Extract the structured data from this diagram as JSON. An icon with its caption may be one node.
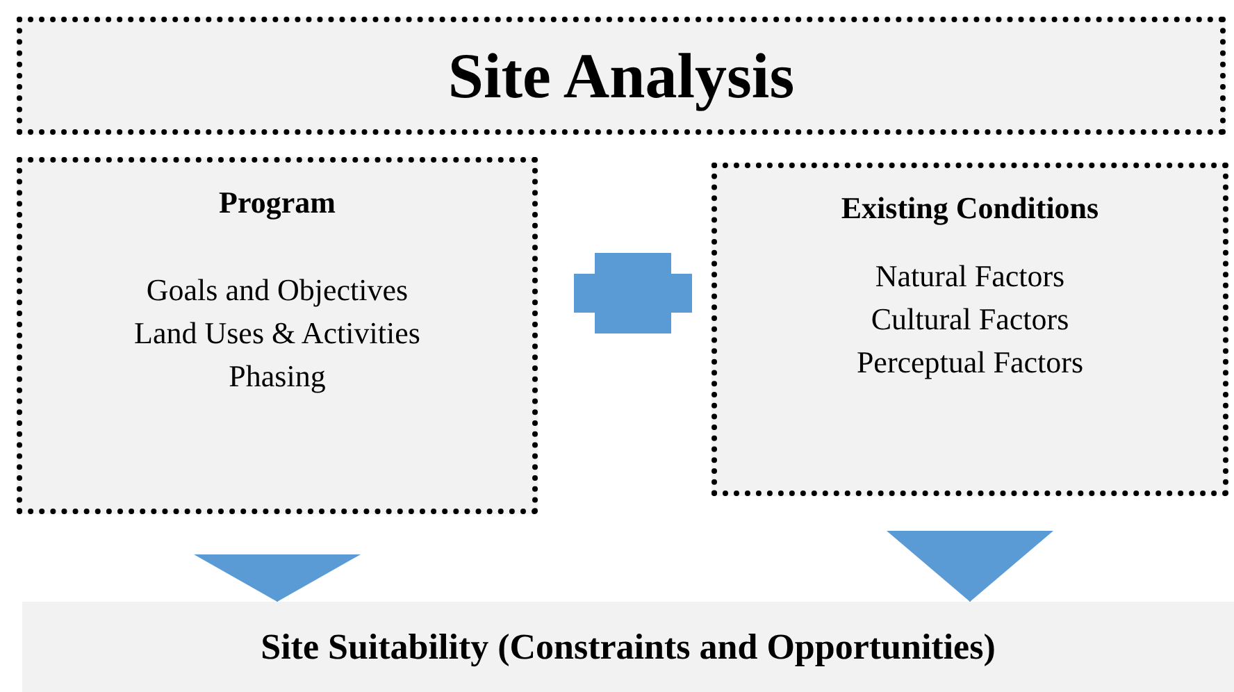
{
  "diagram": {
    "nodes": [
      {
        "text": [
          "Site Analysis"
        ]
      },
      {
        "text": [
          "Program",
          "Goals and Objectives",
          "Land Uses & Activities",
          "Phasing"
        ]
      },
      {
        "text": [],
        "shape": "cross"
      },
      {
        "text": [
          "Existing Conditions",
          "Natural Factors",
          "Cultural Factors",
          "Perceptual Factors"
        ]
      },
      {
        "text": [
          "Site Suitability (Constraints and Opportunities)"
        ]
      }
    ],
    "edges": [
      {
        "from": 1,
        "to": 4,
        "arrow": "to"
      },
      {
        "from": 3,
        "to": 4,
        "arrow": "to"
      }
    ]
  }
}
